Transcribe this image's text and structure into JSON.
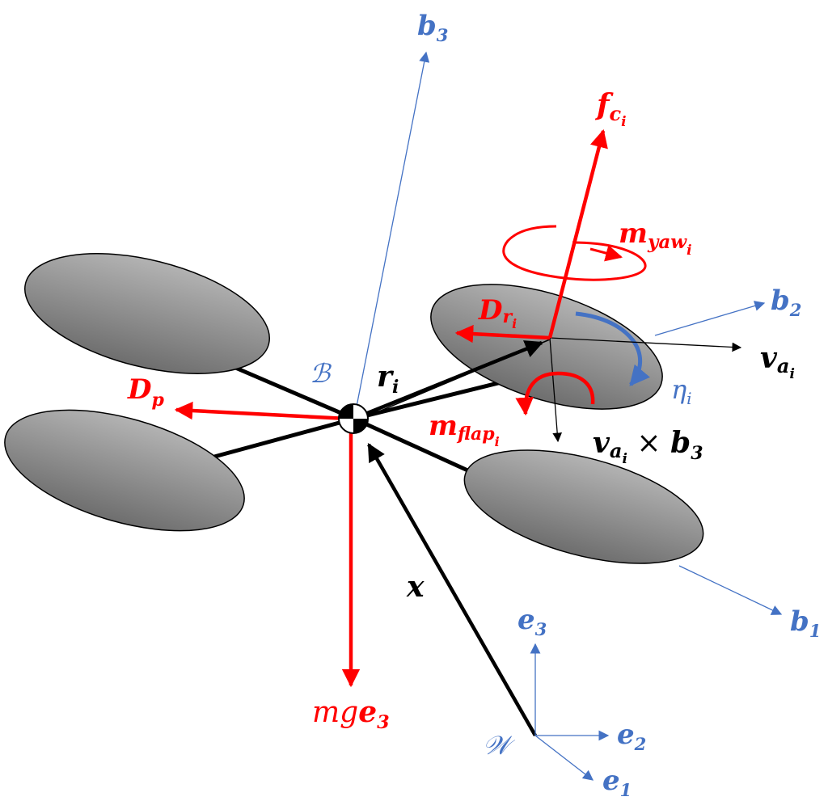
{
  "colors": {
    "force": "#ff0000",
    "frame": "#4472c4",
    "vector": "#000000",
    "propeller_light": "#b3b3b3",
    "propeller_dark": "#6e6e6e"
  },
  "labels": {
    "b3": {
      "main": "b",
      "sub": "3"
    },
    "b2": {
      "main": "b",
      "sub": "2"
    },
    "b1": {
      "main": "b",
      "sub": "1"
    },
    "e3": {
      "main": "e",
      "sub": "3"
    },
    "e2": {
      "main": "e",
      "sub": "2"
    },
    "e1": {
      "main": "e",
      "sub": "1"
    },
    "body_frame": "ℬ",
    "world_frame": "𝒲",
    "f_c": {
      "main": "f",
      "sub": "c",
      "subsub": "i"
    },
    "m_yaw": {
      "main": "m",
      "sub": "yaw",
      "subsub": "i"
    },
    "D_r": {
      "main": "D",
      "sub": "r",
      "subsub": "i"
    },
    "v_a": {
      "main": "v",
      "sub": "a",
      "subsub": "i"
    },
    "eta": {
      "main": "η",
      "sub": "i"
    },
    "v_cross": {
      "main": "v",
      "sub": "a",
      "subsub": "i",
      "op": " × ",
      "main2": "b",
      "sub2": "3"
    },
    "m_flap": {
      "main": "m",
      "sub": "flap",
      "subsub": "i"
    },
    "D_p": {
      "main": "D",
      "sub": "p"
    },
    "r": {
      "main": "r",
      "sub": "i"
    },
    "x": "x",
    "mge3": {
      "pre": "mg",
      "main": "e",
      "sub": "3"
    }
  }
}
